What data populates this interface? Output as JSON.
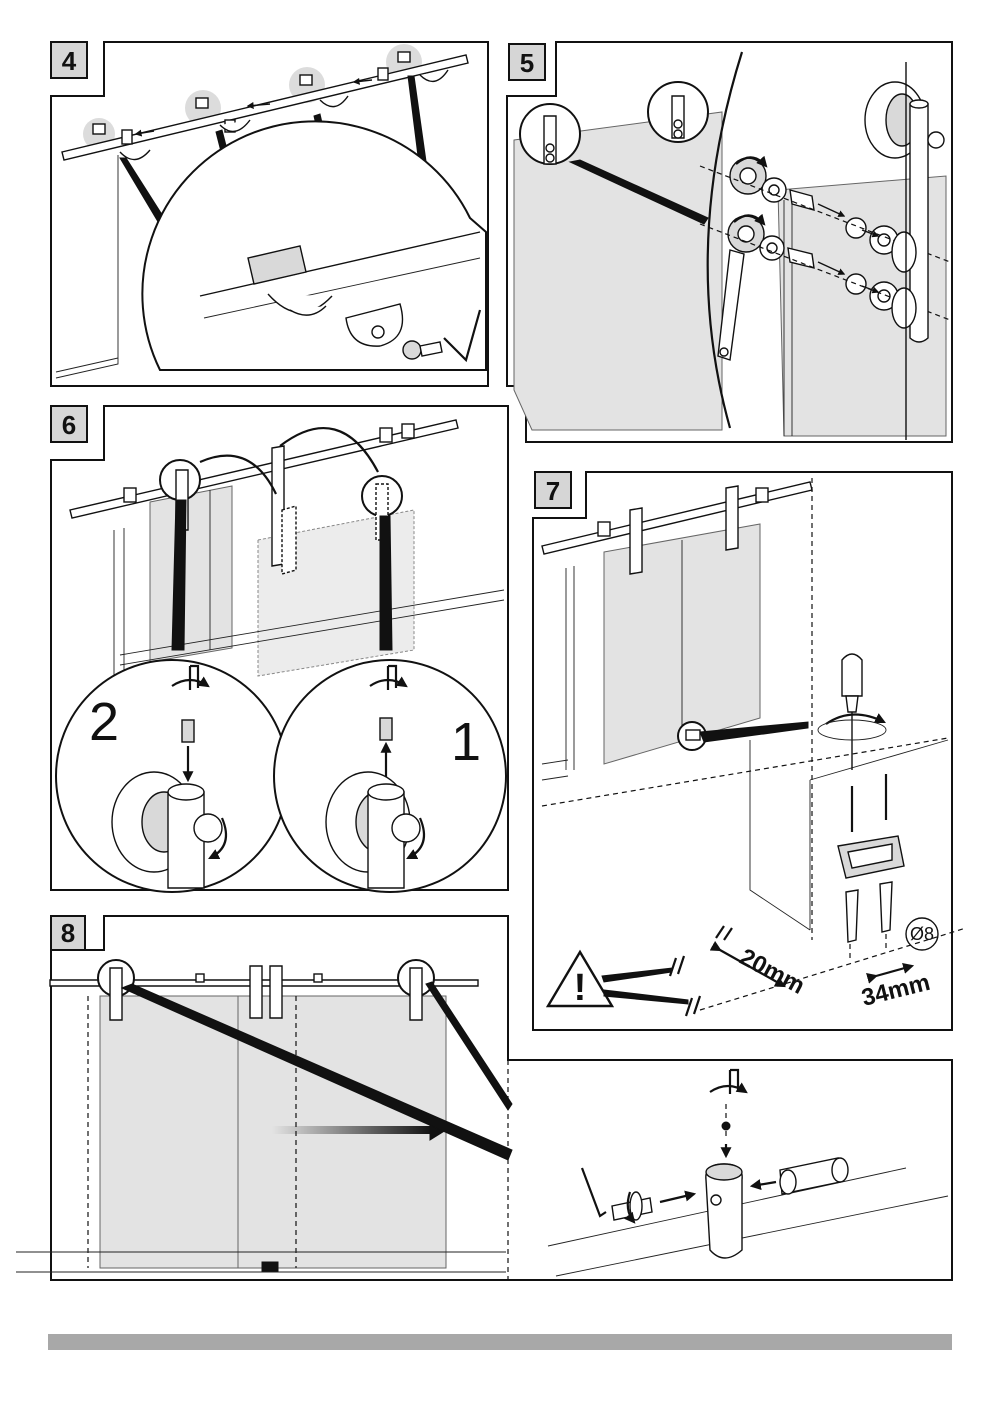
{
  "steps": [
    {
      "id": "step-4",
      "label": "4"
    },
    {
      "id": "step-5",
      "label": "5"
    },
    {
      "id": "step-6",
      "label": "6"
    },
    {
      "id": "step-7",
      "label": "7"
    },
    {
      "id": "step-8",
      "label": "8"
    }
  ],
  "step6": {
    "order_left": "2",
    "order_right": "1"
  },
  "step7": {
    "wall_gap": "20mm",
    "hole_spacing": "34mm",
    "drill_diameter": "Ø8",
    "warning_symbol": "!"
  },
  "colors": {
    "line": "#111111",
    "glass": "#e3e3e3",
    "badge": "#d6d6d6",
    "footer_bar": "#a8a8a8"
  },
  "icons": [
    "hex-key-icon",
    "rotate-arrow-icon",
    "screwdriver-icon",
    "warning-triangle-icon",
    "wall-anchor-icon",
    "screw-icon"
  ]
}
